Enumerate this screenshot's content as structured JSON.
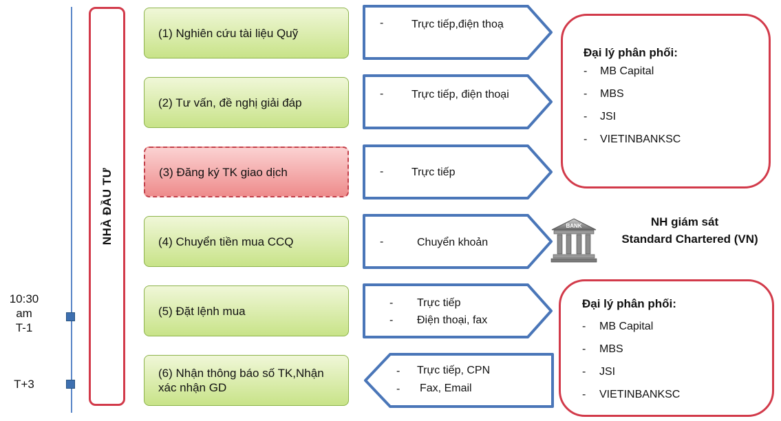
{
  "investor_label": "NHÀ ĐẦU TƯ",
  "timeline": [
    {
      "label": "10:30\nam\nT-1"
    },
    {
      "label": "T+3"
    }
  ],
  "steps": [
    {
      "label": "(1) Nghiên cứu tài liệu Quỹ",
      "highlight": false
    },
    {
      "label": "(2) Tư vấn, đề nghị giải đáp",
      "highlight": false
    },
    {
      "label": "(3) Đăng ký TK giao dịch",
      "highlight": true
    },
    {
      "label": "(4) Chuyển tiền mua CCQ",
      "highlight": false
    },
    {
      "label": "(5) Đặt lệnh mua",
      "highlight": false
    },
    {
      "label": "(6) Nhận thông báo số TK,Nhận xác nhận GD",
      "highlight": false
    }
  ],
  "channels": [
    {
      "dash": "-",
      "items": [
        "Trực tiếp,điện thoạ"
      ],
      "direction": "right"
    },
    {
      "dash": "-",
      "items": [
        "Trực tiếp, điện thoại"
      ],
      "direction": "right"
    },
    {
      "dash": "-",
      "items": [
        "Trực tiếp"
      ],
      "direction": "right"
    },
    {
      "dash": "-",
      "items": [
        "Chuyển khoản"
      ],
      "direction": "right"
    },
    {
      "dash": "-",
      "items": [
        "Trực tiếp",
        "Điện thoại, fax"
      ],
      "direction": "right"
    },
    {
      "dash": "-",
      "items": [
        "Trực tiếp, CPN",
        "Fax, Email"
      ],
      "direction": "left"
    }
  ],
  "distributors": [
    {
      "title": "Đại lý phân phối:",
      "items": [
        "MB Capital",
        "MBS",
        "JSI",
        "VIETINBANKSC"
      ]
    },
    {
      "title": "Đại lý phân phối:",
      "items": [
        "MB Capital",
        "MBS",
        "JSI",
        "VIETINBANKSC"
      ]
    }
  ],
  "bank": {
    "icon_text": "BANK",
    "line1": "NH giám sát",
    "line2": "Standard Chartered  (VN)"
  },
  "colors": {
    "timeline": "#5a86c8",
    "investor_border": "#d23a4a",
    "step_green": "#c8e388",
    "step_red": "#ee8c8c",
    "arrow_border": "#4a76b8",
    "distributor_border": "#d23a4a"
  }
}
